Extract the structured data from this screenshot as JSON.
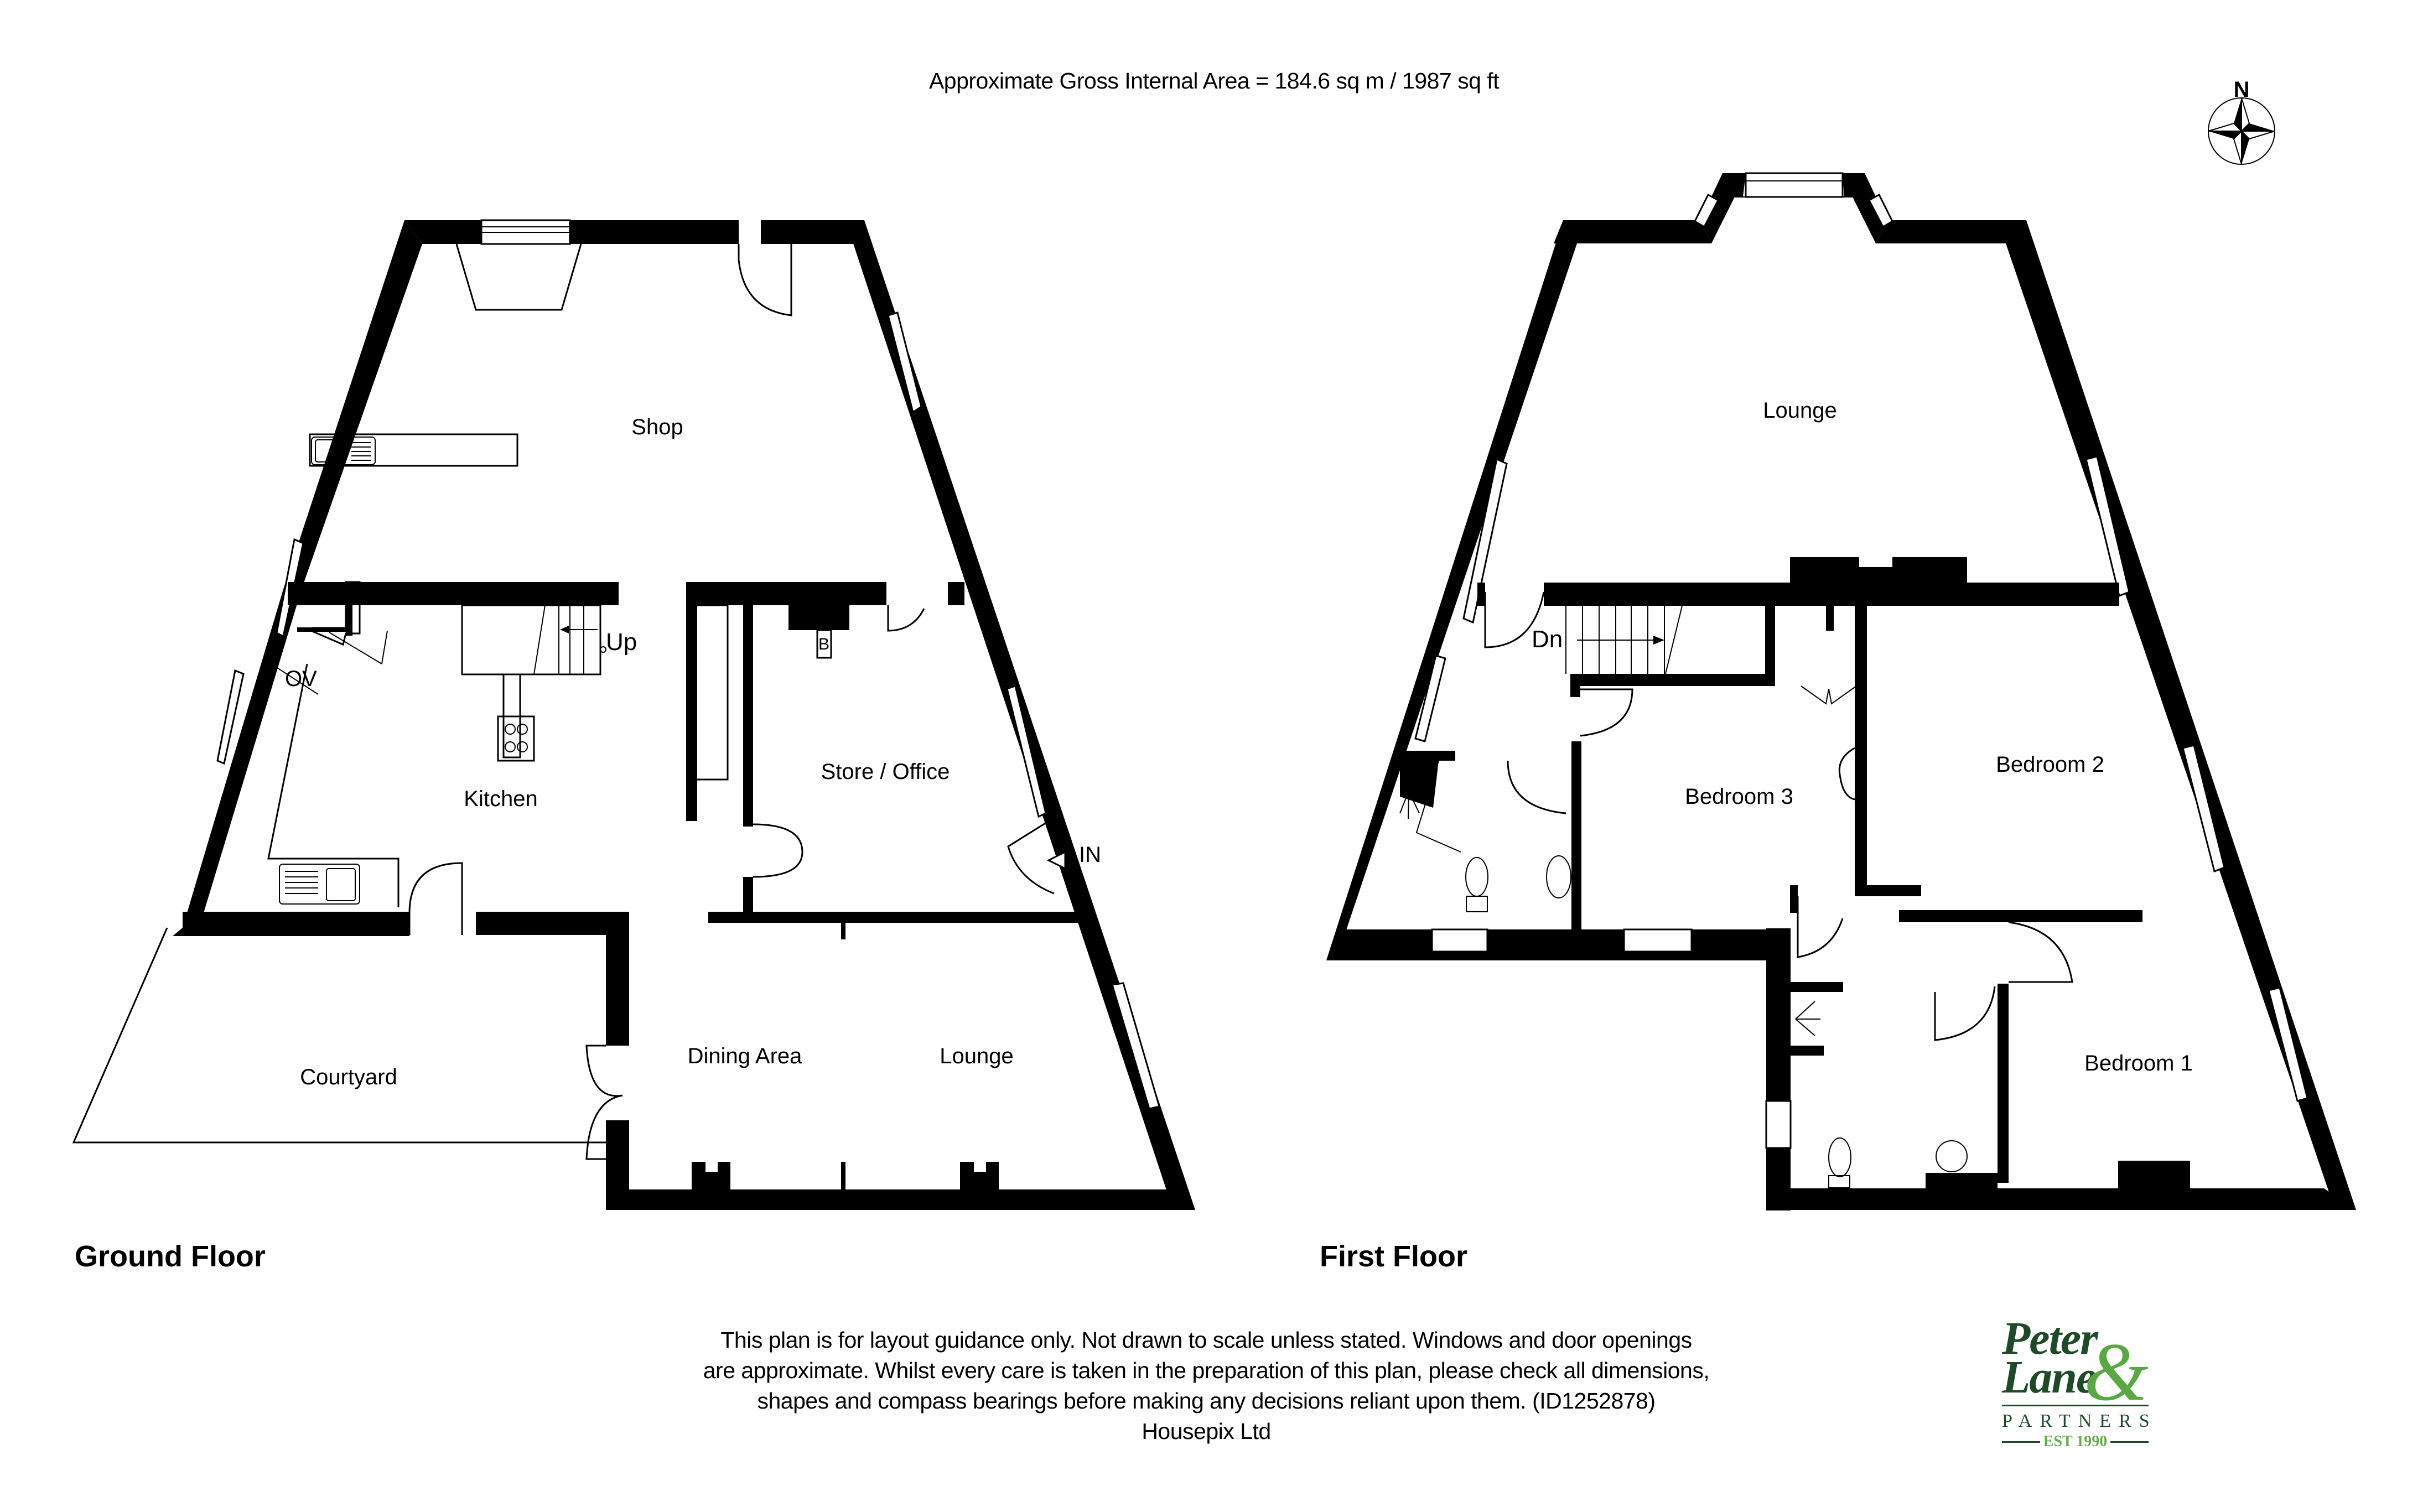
{
  "header": {
    "gross_area": "Approximate Gross Internal Area = 184.6 sq m / 1987 sq ft"
  },
  "compass": {
    "north_label": "N",
    "icon": "compass-rose-icon"
  },
  "ground_floor": {
    "title": "Ground Floor",
    "rooms": {
      "shop": "Shop",
      "kitchen": "Kitchen",
      "store_office": "Store / Office",
      "courtyard": "Courtyard",
      "dining_area": "Dining Area",
      "lounge": "Lounge"
    },
    "annotations": {
      "stairs_up": "Up",
      "oven": "OV",
      "boiler": "B",
      "entrance": "IN"
    }
  },
  "first_floor": {
    "title": "First Floor",
    "rooms": {
      "lounge": "Lounge",
      "bedroom1": "Bedroom 1",
      "bedroom2": "Bedroom 2",
      "bedroom3": "Bedroom 3"
    },
    "annotations": {
      "stairs_down": "Dn"
    }
  },
  "disclaimer": {
    "line1": "This plan is for layout guidance only. Not drawn to scale unless stated. Windows and door openings",
    "line2": "are approximate. Whilst every care is taken in the preparation of this plan, please check all dimensions,",
    "line3": "shapes and compass bearings before making any decisions reliant upon them. (ID1252878)",
    "line4": "Housepix Ltd"
  },
  "logo": {
    "line1": "Peter",
    "line2": "Lane",
    "ampersand": "&",
    "partners": "PARTNERS",
    "est": "EST 1990",
    "colors": {
      "dark_green": "#1f4a2a",
      "light_green": "#5aa843"
    }
  }
}
